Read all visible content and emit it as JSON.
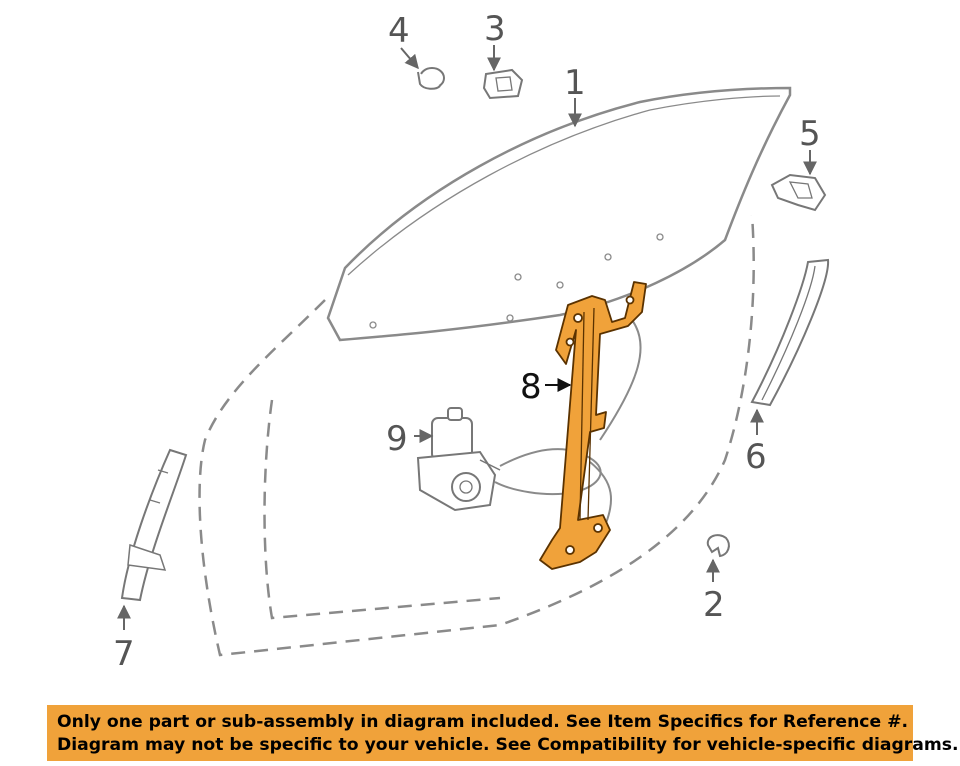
{
  "diagram": {
    "callouts": [
      {
        "id": "1",
        "label": "1"
      },
      {
        "id": "2",
        "label": "2"
      },
      {
        "id": "3",
        "label": "3"
      },
      {
        "id": "4",
        "label": "4"
      },
      {
        "id": "5",
        "label": "5"
      },
      {
        "id": "6",
        "label": "6"
      },
      {
        "id": "7",
        "label": "7"
      },
      {
        "id": "8",
        "label": "8"
      },
      {
        "id": "9",
        "label": "9"
      }
    ],
    "highlight_color": "#f0a23a",
    "line_color": "#888888"
  },
  "disclaimer": {
    "line1": "Only one part or sub-assembly in diagram included. See Item Specifics for Reference #.",
    "line2": "Diagram may not be specific to your vehicle. See Compatibility for vehicle-specific diagrams.",
    "background": "#f0a23a"
  }
}
